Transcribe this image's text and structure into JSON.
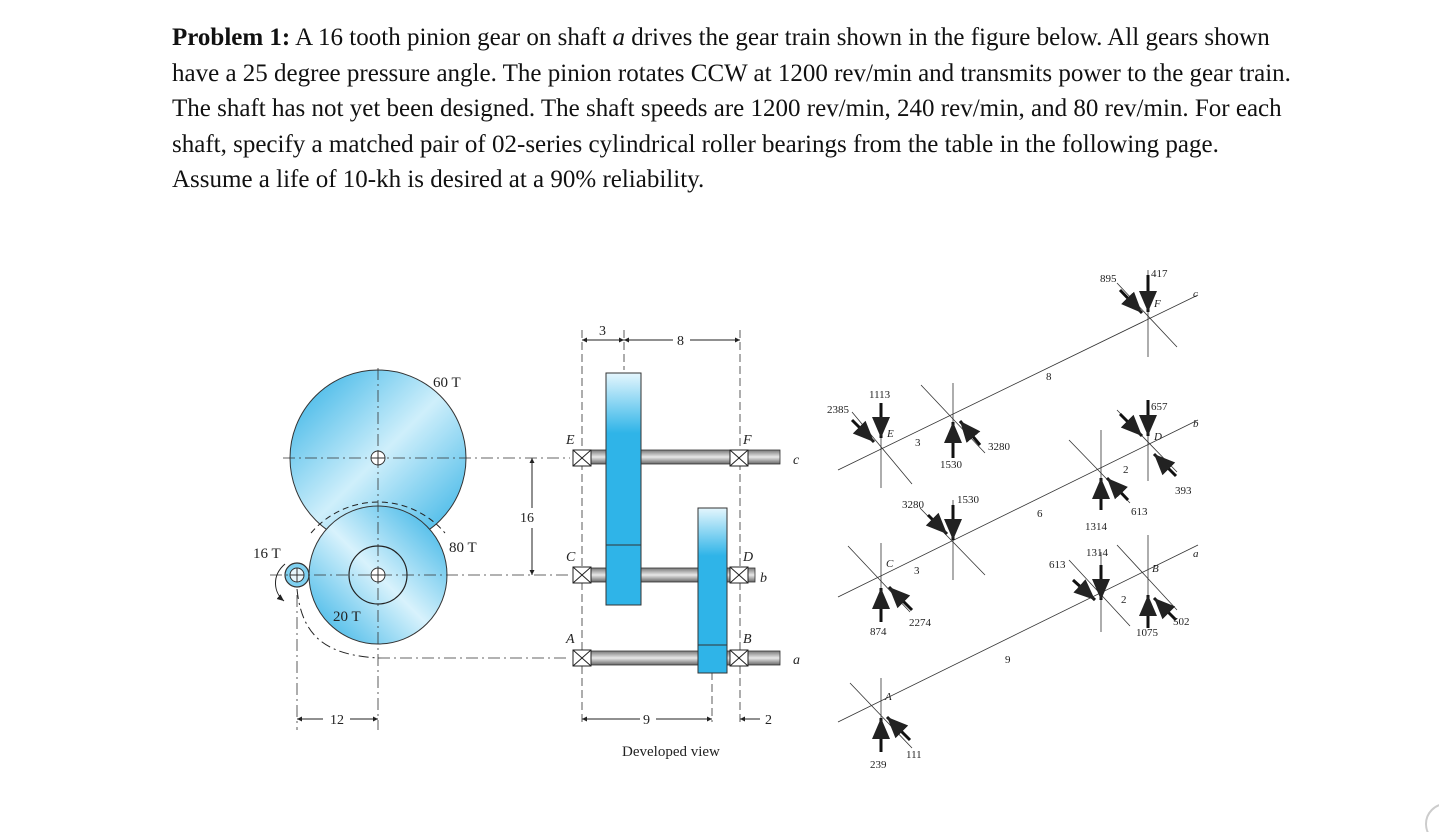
{
  "problem": {
    "heading": "Problem 1:",
    "text_1": " A 16 tooth pinion gear on shaft ",
    "shaft_symbol": "a",
    "text_2": " drives the gear train shown in the figure below. All gears shown have a 25 degree pressure angle. The pinion rotates CCW at 1200 rev/min and transmits power to the gear train. The shaft has not yet been designed. The shaft speeds are 1200 rev/min, 240 rev/min, and 80 rev/min. For each shaft, specify a matched pair of 02-series cylindrical roller bearings from the table in the following page. Assume a life of 10-kh is desired at a 90% reliability."
  },
  "figure": {
    "colors": {
      "gear_fill": "#2fb4e8",
      "gear_light": "#d8f2fc",
      "ink": "#222222"
    },
    "gear_view": {
      "gear_60": "60 T",
      "gear_80": "80 T",
      "gear_20": "20 T",
      "gear_16": "16 T",
      "dim_12": "12",
      "dim_16": "16"
    },
    "developed_view": {
      "caption": "Developed view",
      "dim_3": "3",
      "dim_8": "8",
      "dim_9": "9",
      "dim_2": "2",
      "labels": {
        "E": "E",
        "F": "F",
        "C": "C",
        "D": "D",
        "A": "A",
        "B": "B",
        "shaft_a": "a",
        "shaft_b": "b",
        "shaft_c": "c"
      }
    },
    "fbd": {
      "shaft_c": {
        "n2385": "2385",
        "n1113": "1113",
        "E": "E",
        "s3": "3",
        "n1530": "1530",
        "n3280": "3280",
        "s8": "8",
        "n895": "895",
        "n417": "417",
        "F": "F",
        "c": "c"
      },
      "shaft_b": {
        "n3280": "3280",
        "n1530": "1530",
        "C": "C",
        "s3": "3",
        "n874": "874",
        "n2274": "2274",
        "s6": "6",
        "n1314a": "1314",
        "s2": "2",
        "n613a": "613",
        "n657": "657",
        "D": "D",
        "n393": "393",
        "b": "b"
      },
      "shaft_a": {
        "n613": "613",
        "n1314": "1314",
        "s2": "2",
        "B": "B",
        "n1075": "1075",
        "n502": "502",
        "a": "a",
        "s9": "9",
        "A": "A",
        "n239": "239",
        "n111": "111"
      }
    }
  }
}
